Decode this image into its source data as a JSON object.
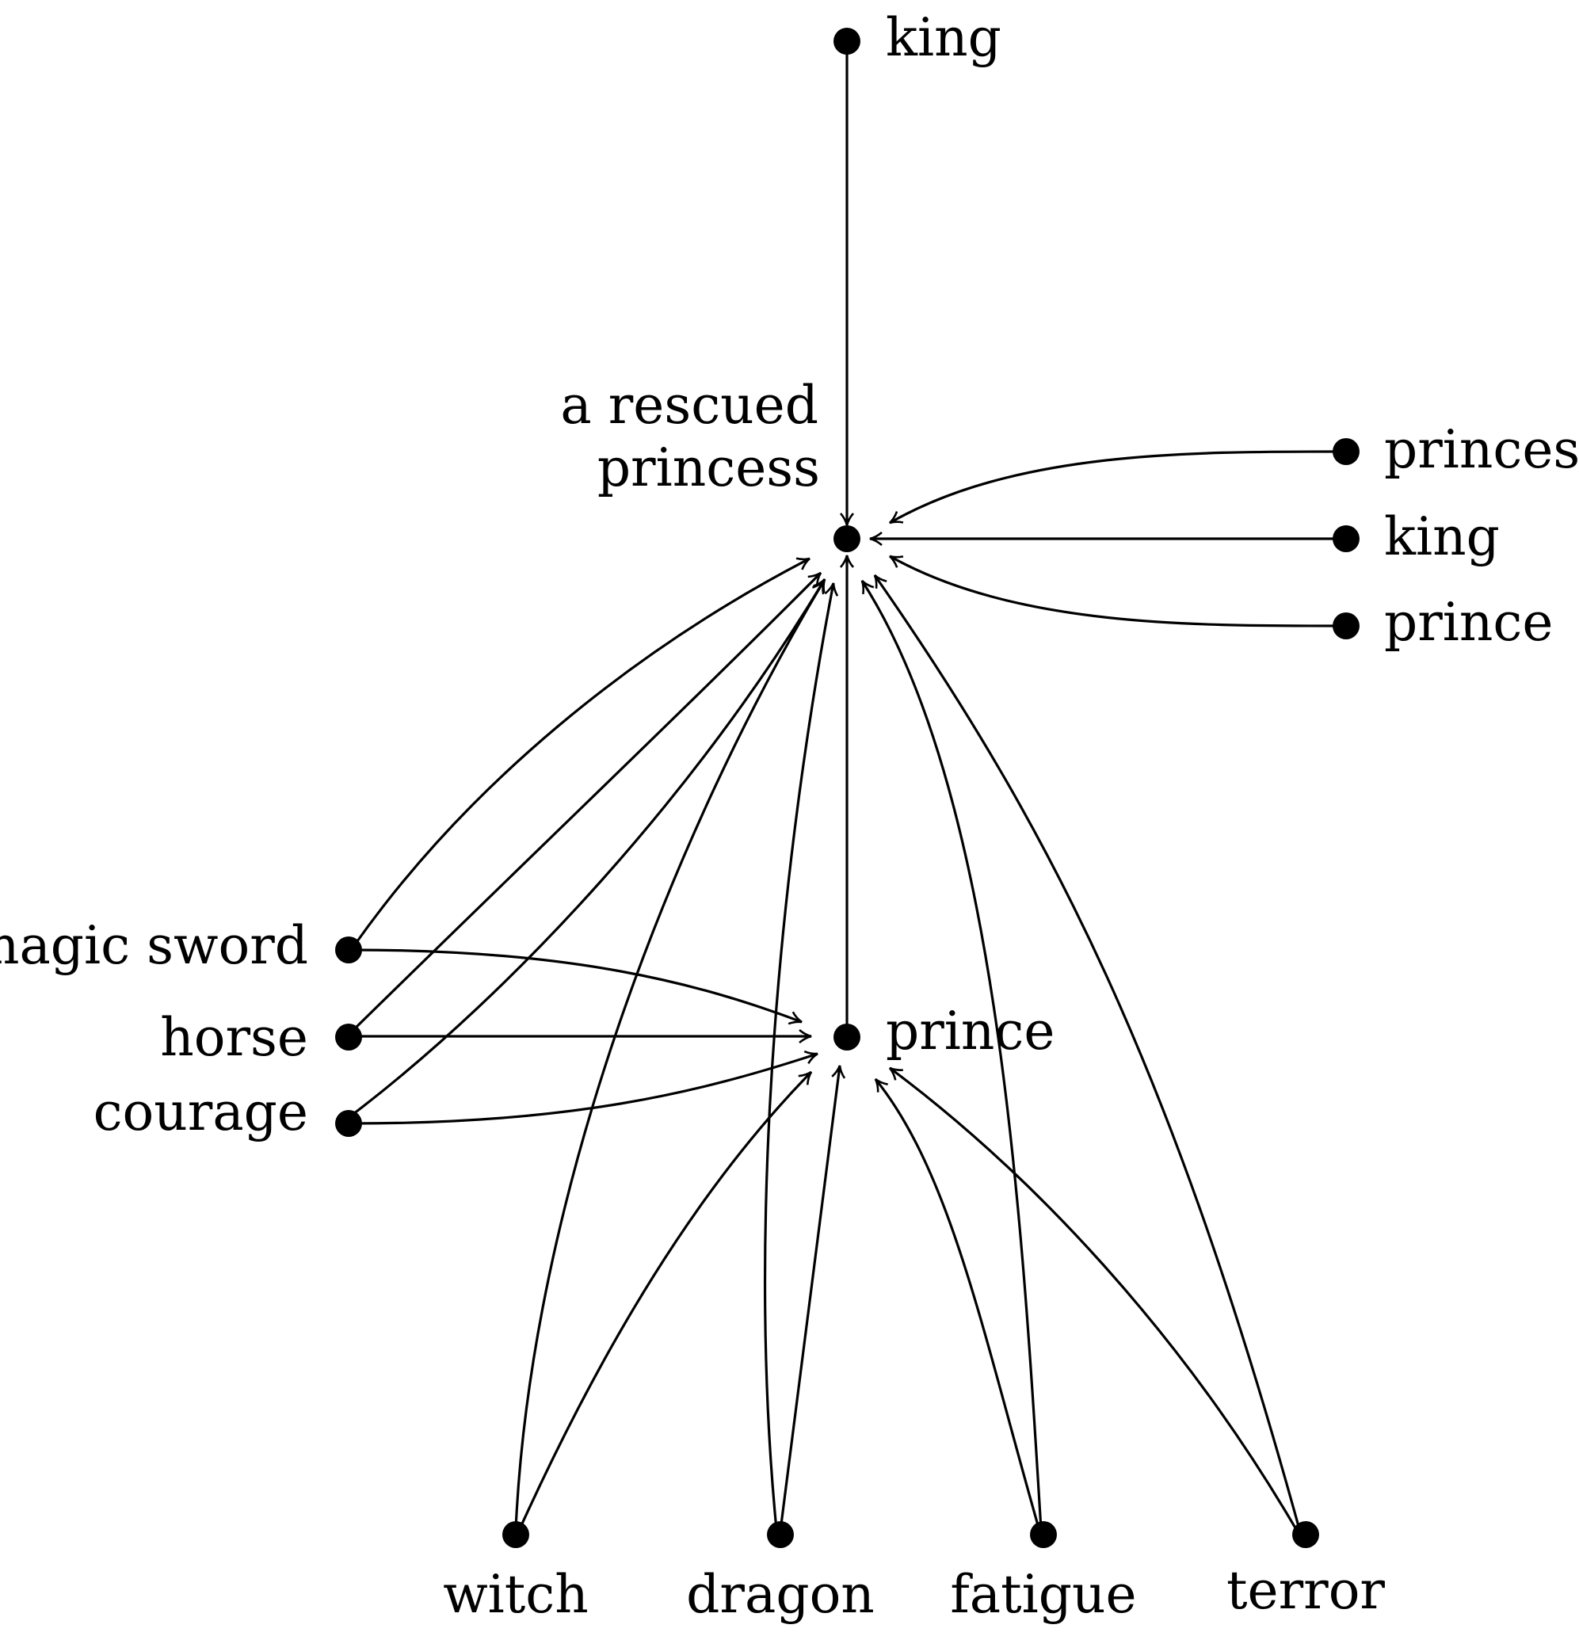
{
  "diagram": {
    "nodes": [
      {
        "id": "king_top",
        "label": "king"
      },
      {
        "id": "rescued",
        "label": [
          "a rescued",
          "princess"
        ]
      },
      {
        "id": "princess_r",
        "label": "princess"
      },
      {
        "id": "king_r",
        "label": "king"
      },
      {
        "id": "prince_r",
        "label": "prince"
      },
      {
        "id": "prince",
        "label": "prince"
      },
      {
        "id": "magic_sword",
        "label": "magic sword"
      },
      {
        "id": "horse",
        "label": "horse"
      },
      {
        "id": "courage",
        "label": "courage"
      },
      {
        "id": "witch",
        "label": "witch"
      },
      {
        "id": "dragon",
        "label": "dragon"
      },
      {
        "id": "fatigue",
        "label": "fatigue"
      },
      {
        "id": "terror",
        "label": "terror"
      }
    ],
    "edges": [
      {
        "from": "king_top",
        "to": "rescued"
      },
      {
        "from": "princess_r",
        "to": "rescued"
      },
      {
        "from": "king_r",
        "to": "rescued"
      },
      {
        "from": "prince_r",
        "to": "rescued"
      },
      {
        "from": "prince",
        "to": "rescued"
      },
      {
        "from": "magic_sword",
        "to": "rescued"
      },
      {
        "from": "horse",
        "to": "rescued"
      },
      {
        "from": "courage",
        "to": "rescued"
      },
      {
        "from": "witch",
        "to": "rescued"
      },
      {
        "from": "dragon",
        "to": "rescued"
      },
      {
        "from": "fatigue",
        "to": "rescued"
      },
      {
        "from": "terror",
        "to": "rescued"
      },
      {
        "from": "magic_sword",
        "to": "prince"
      },
      {
        "from": "horse",
        "to": "prince"
      },
      {
        "from": "courage",
        "to": "prince"
      },
      {
        "from": "witch",
        "to": "prince"
      },
      {
        "from": "dragon",
        "to": "prince"
      },
      {
        "from": "fatigue",
        "to": "prince"
      },
      {
        "from": "terror",
        "to": "prince"
      }
    ]
  }
}
